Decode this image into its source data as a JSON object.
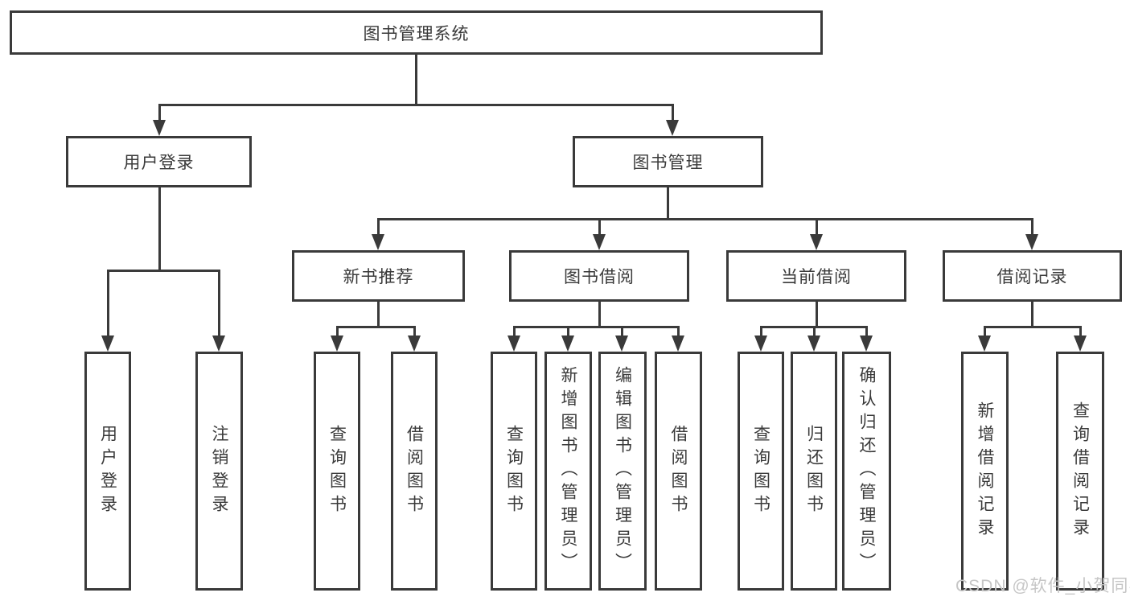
{
  "colors": {
    "line": "#3a3a3a",
    "text": "#3a3a3a",
    "watermark": "#c6c6c6",
    "background": "#ffffff"
  },
  "tree": {
    "root": "图书管理系统",
    "l2": [
      "用户登录",
      "图书管理"
    ],
    "l3": [
      "新书推荐",
      "图书借阅",
      "当前借阅",
      "借阅记录"
    ],
    "leaves": [
      [
        "用户登录",
        "注销登录"
      ],
      [
        "查询图书",
        "借阅图书"
      ],
      [
        "查询图书",
        "新增图书（管理员）",
        "编辑图书（管理员）",
        "借阅图书"
      ],
      [
        "查询图书",
        "归还图书",
        "确认归还（管理员）"
      ],
      [
        "新增借阅记录",
        "查询借阅记录"
      ]
    ]
  },
  "watermark": "CSDN @软件_小贺同学"
}
